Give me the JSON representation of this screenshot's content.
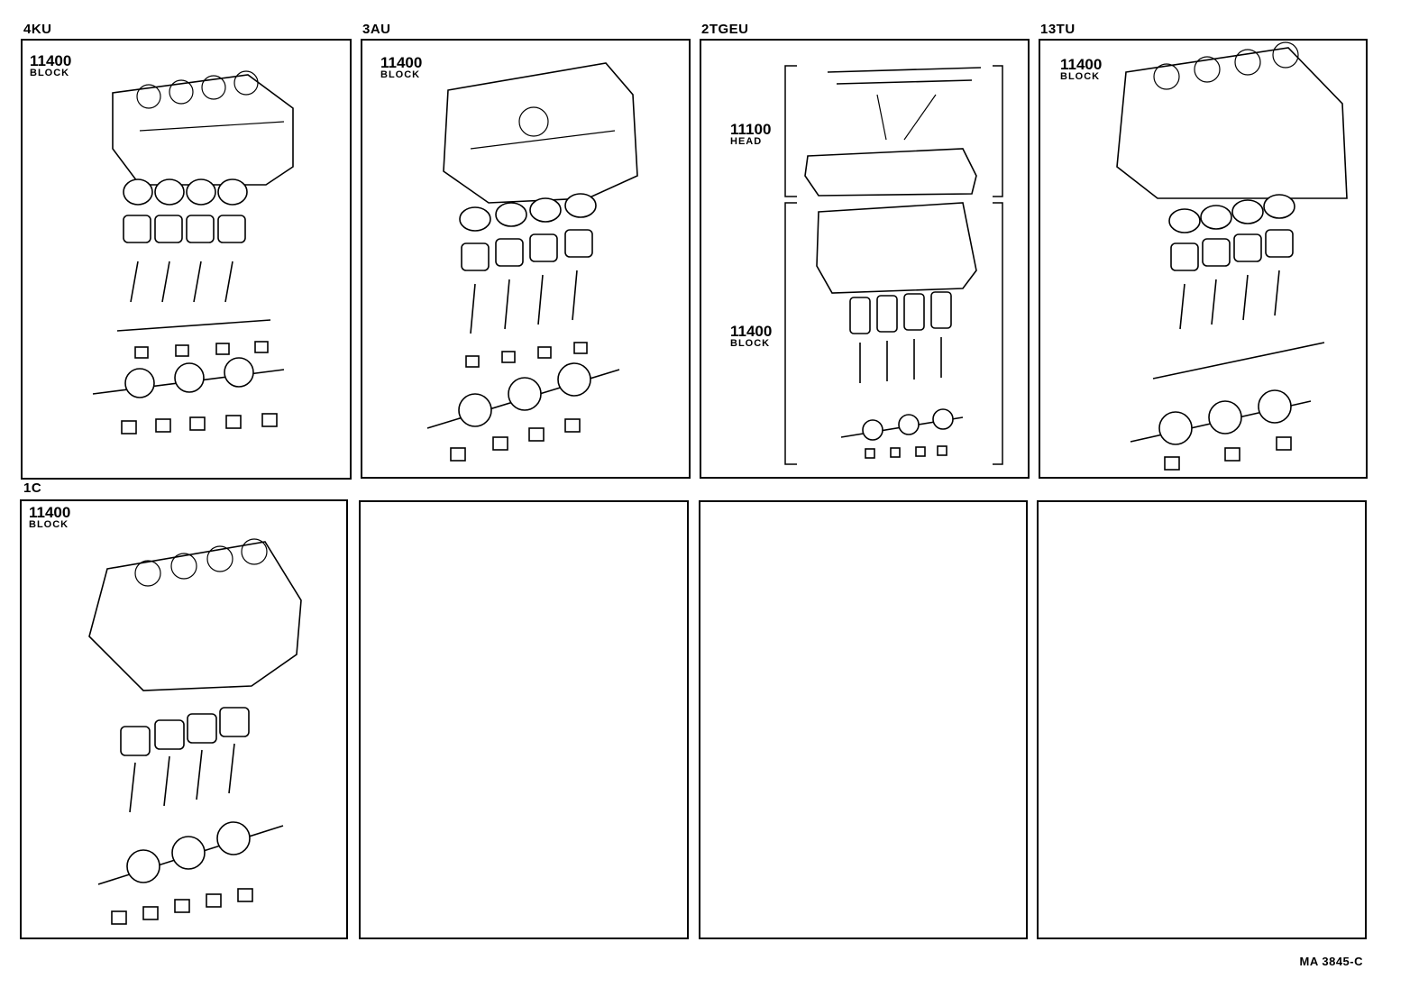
{
  "document": {
    "footer_code": "MA 3845-C"
  },
  "panels": [
    {
      "engine": "4KU",
      "parts": [
        {
          "code": "11400",
          "name": "BLOCK"
        }
      ]
    },
    {
      "engine": "3AU",
      "parts": [
        {
          "code": "11400",
          "name": "BLOCK"
        }
      ]
    },
    {
      "engine": "2TGEU",
      "parts": [
        {
          "code": "11100",
          "name": "HEAD"
        },
        {
          "code": "11400",
          "name": "BLOCK"
        }
      ]
    },
    {
      "engine": "13TU",
      "parts": [
        {
          "code": "11400",
          "name": "BLOCK"
        }
      ]
    },
    {
      "engine": "1C",
      "parts": [
        {
          "code": "11400",
          "name": "BLOCK"
        }
      ]
    },
    {
      "engine": "",
      "parts": []
    },
    {
      "engine": "",
      "parts": []
    },
    {
      "engine": "",
      "parts": []
    }
  ]
}
